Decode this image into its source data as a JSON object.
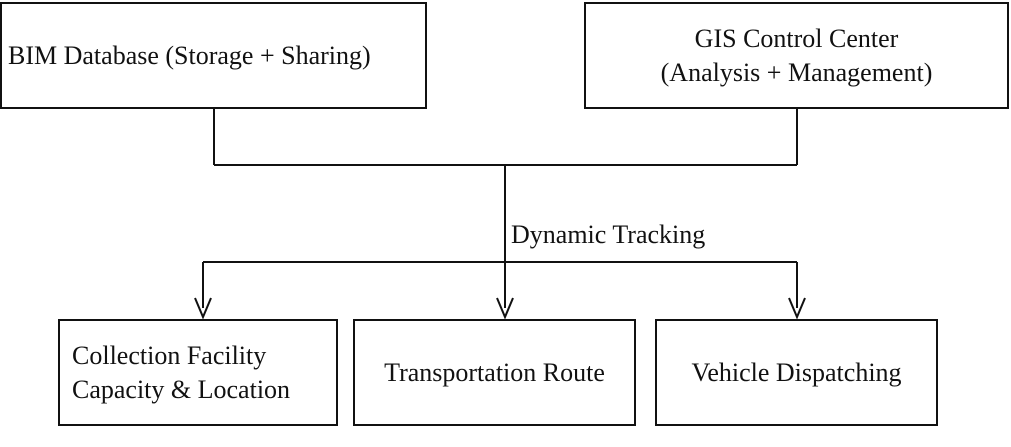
{
  "diagram": {
    "top_nodes": {
      "bim": {
        "label": "BIM Database (Storage + Sharing)"
      },
      "gis": {
        "line1": "GIS Control Center",
        "line2": "(Analysis + Management)"
      }
    },
    "edge_label": "Dynamic Tracking",
    "bottom_nodes": {
      "collection": {
        "line1": "Collection Facility",
        "line2": "Capacity & Location"
      },
      "route": {
        "label": "Transportation Route"
      },
      "dispatch": {
        "label": "Vehicle Dispatching"
      }
    },
    "colors": {
      "stroke": "#111111",
      "background": "#ffffff"
    }
  }
}
